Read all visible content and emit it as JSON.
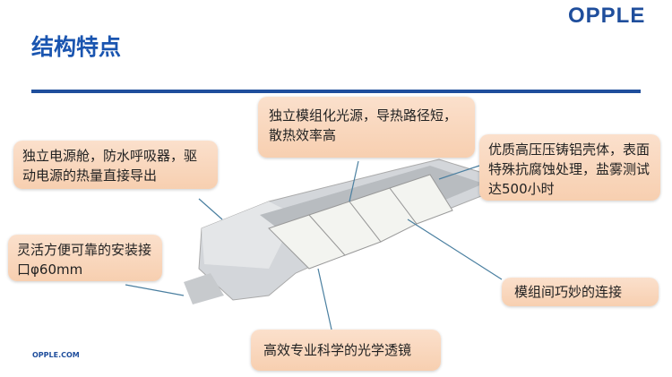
{
  "header": {
    "logo": "OPPLE",
    "title": "结构特点"
  },
  "callouts": {
    "power": "独立电源舱，防水呼吸器，驱动电源的热量直接导出",
    "mount": "灵活方便可靠的安装接口φ60mm",
    "module": "独立模组化光源，导热路径短，散热效率高",
    "housing": "优质高压压铸铝壳体，表面特殊抗腐蚀处理，盐雾测试达500小时",
    "connect": "模组间巧妙的连接",
    "lens": "高效专业科学的光学透镜"
  },
  "footer": {
    "site": "OPPLE.COM"
  }
}
